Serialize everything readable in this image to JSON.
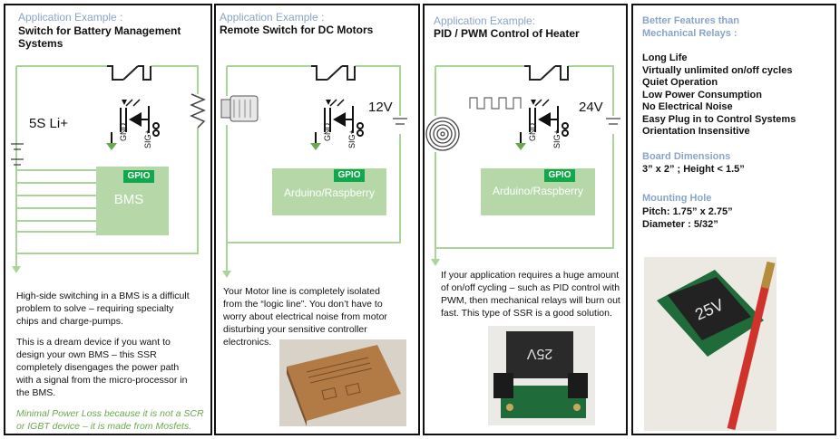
{
  "panel1": {
    "title_a": "Application Example :",
    "title_b1": "Switch for Battery Management",
    "title_b2": "Systems",
    "battery_label": "5S  Li+",
    "gpio": "GPIO",
    "box_label": "BMS",
    "gnd": "GND",
    "sig": "SIG+",
    "para1": [
      "High-side switching in a BMS is a difficult",
      "problem to solve – requiring specialty",
      "chips and charge-pumps."
    ],
    "para2": [
      "This is a dream device if you want to",
      "design your own BMS – this SSR",
      "completely disengages the power path",
      "with a signal from the micro-processor in",
      "the BMS."
    ],
    "note": [
      "Minimal Power Loss because it is not a SCR",
      "or IGBT device – it is made from Mosfets."
    ]
  },
  "panel2": {
    "title_a": "Application Example :",
    "title_b": "Remote Switch for DC Motors",
    "voltage": "12V",
    "gpio": "GPIO",
    "box_label": "Arduino/Raspberry",
    "gnd": "GND",
    "sig": "SIG+",
    "para": [
      "Your Motor line is completely isolated",
      "from the “logic line”.  You don’t have to",
      "worry about electrical noise from motor",
      "disturbing your sensitive controller",
      "electronics."
    ]
  },
  "panel3": {
    "title_a": "Application Example:",
    "title_b": "PID / PWM Control of Heater",
    "voltage": "24V",
    "gpio": "GPIO",
    "box_label": "Arduino/Raspberry",
    "gnd": "GND",
    "sig": "SIG+",
    "para": [
      "If your application requires a huge amount",
      "of on/off cycling – such as PID control with",
      "PWM, then mechanical relays will burn out",
      "fast.  This type of SSR is a good solution."
    ],
    "photo_label": "25V"
  },
  "panel4": {
    "heading": [
      "Better Features than",
      "Mechanical Relays :"
    ],
    "features": [
      "Long Life",
      "Virtually unlimited on/off cycles",
      "Quiet Operation",
      "Low Power Consumption",
      "No Electrical Noise",
      "Easy Plug in to Control Systems",
      "Orientation Insensitive"
    ],
    "board_head": "Board Dimensions",
    "board_dims": "3” x 2” ; Height < 1.5”",
    "mount_head": "Mounting Hole",
    "pitch": "Pitch:  1.75” x 2.75”",
    "diameter": "Diameter : 5/32”",
    "photo_label": "25V"
  },
  "colors": {
    "wire": "#a9d59a",
    "box": "#b6d7a8",
    "gpio": "#0fa84a",
    "title_blue": "#8aa4c8"
  }
}
